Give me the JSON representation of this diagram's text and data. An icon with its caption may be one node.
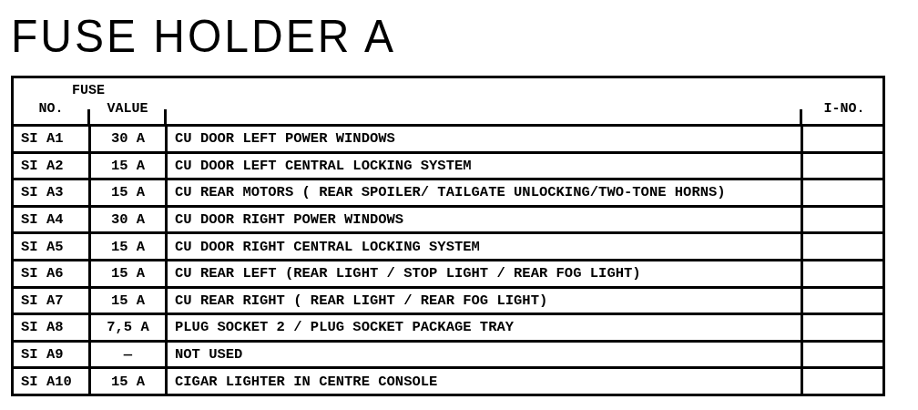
{
  "diagram": {
    "title": "FUSE HOLDER A",
    "labels": [
      "FUSE",
      "NO.",
      "VALUE",
      "I-NO.",
      "SI A1",
      "30 A",
      "CU DOOR LEFT POWER WINDOWS",
      "SI A2",
      "15 A",
      "CU DOOR LEFT CENTRAL LOCKING SYSTEM",
      "SI A3",
      "15 A",
      "CU REAR MOTORS ( REAR SPOILER/ TAILGATE UNLOCKING/TWO-TONE HORNS)",
      "SI A4",
      "30 A",
      "CU DOOR RIGHT POWER WINDOWS",
      "SI A5",
      "15 A",
      "CU DOOR RIGHT CENTRAL LOCKING SYSTEM",
      "SI A6",
      "15 A",
      "CU REAR LEFT (REAR LIGHT / STOP LIGHT / REAR FOG LIGHT)",
      "SI A7",
      "15 A",
      "CU REAR RIGHT ( REAR LIGHT / REAR FOG LIGHT)",
      "SI A8",
      "7,5 A",
      "PLUG SOCKET 2 / PLUG SOCKET PACKAGE TRAY",
      "SI A9",
      "—",
      "NOT USED",
      "SI A10",
      "15 A",
      "CIGAR LIGHTER IN CENTRE CONSOLE"
    ]
  }
}
